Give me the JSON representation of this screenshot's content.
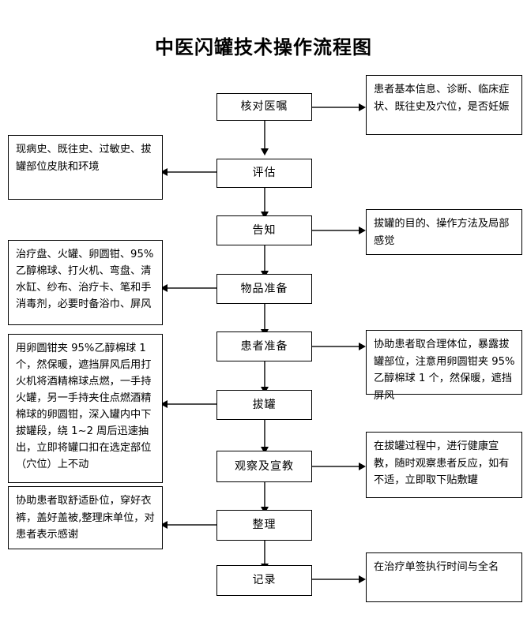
{
  "title": "中医闪罐技术操作流程图",
  "flow": {
    "steps": [
      {
        "id": "verify-order",
        "label": "核对医嘱"
      },
      {
        "id": "assess",
        "label": "评估"
      },
      {
        "id": "inform",
        "label": "告知"
      },
      {
        "id": "supplies-prep",
        "label": "物品准备"
      },
      {
        "id": "patient-prep",
        "label": "患者准备"
      },
      {
        "id": "cupping",
        "label": "拔罐"
      },
      {
        "id": "observe-educate",
        "label": "观察及宣教"
      },
      {
        "id": "tidy-up",
        "label": "整理"
      },
      {
        "id": "record",
        "label": "记录"
      }
    ],
    "notes_right": [
      {
        "id": "verify-order-note",
        "text": "患者基本信息、诊断、临床症状、既往史及穴位，是否妊娠"
      },
      {
        "id": "inform-note",
        "text": "拔罐的目的、操作方法及局部感觉"
      },
      {
        "id": "patient-prep-note",
        "text": "协助患者取合理体位，暴露拔罐部位，注意用卵圆钳夹 95%乙醇棉球 1 个，然保暖，遮挡屏风"
      },
      {
        "id": "observe-educate-note",
        "text": "在拔罐过程中，进行健康宣教，随时观察患者反应，如有不适，立即取下贴敷罐"
      },
      {
        "id": "record-note",
        "text": "在治疗单签执行时间与全名"
      }
    ],
    "notes_left": [
      {
        "id": "assess-note",
        "text": "现病史、既往史、过敏史、拔罐部位皮肤和环境"
      },
      {
        "id": "supplies-prep-note",
        "text": "治疗盘、火罐、卵圆钳、95%乙醇棉球、打火机、弯盘、清水缸、纱布、治疗卡、笔和手消毒剂，必要时备浴巾、屏风"
      },
      {
        "id": "cupping-note",
        "text": "用卵圆钳夹 95%乙醇棉球 1 个，然保暖，遮挡屏风后用打火机将酒精棉球点燃，一手持火罐，另一手持夹住点燃酒精棉球的卵圆钳，深入罐内中下拔罐段，绕 1~2 周后迅速抽出，立即将罐口扣在选定部位（穴位）上不动"
      },
      {
        "id": "tidy-up-note",
        "text": "协助患者取舒适卧位，穿好衣裤，盖好盖被,整理床单位，对患者表示感谢"
      }
    ]
  },
  "colors": {
    "border": "#000000",
    "connector": "#4f4f4f",
    "background": "#ffffff",
    "text": "#000000"
  }
}
